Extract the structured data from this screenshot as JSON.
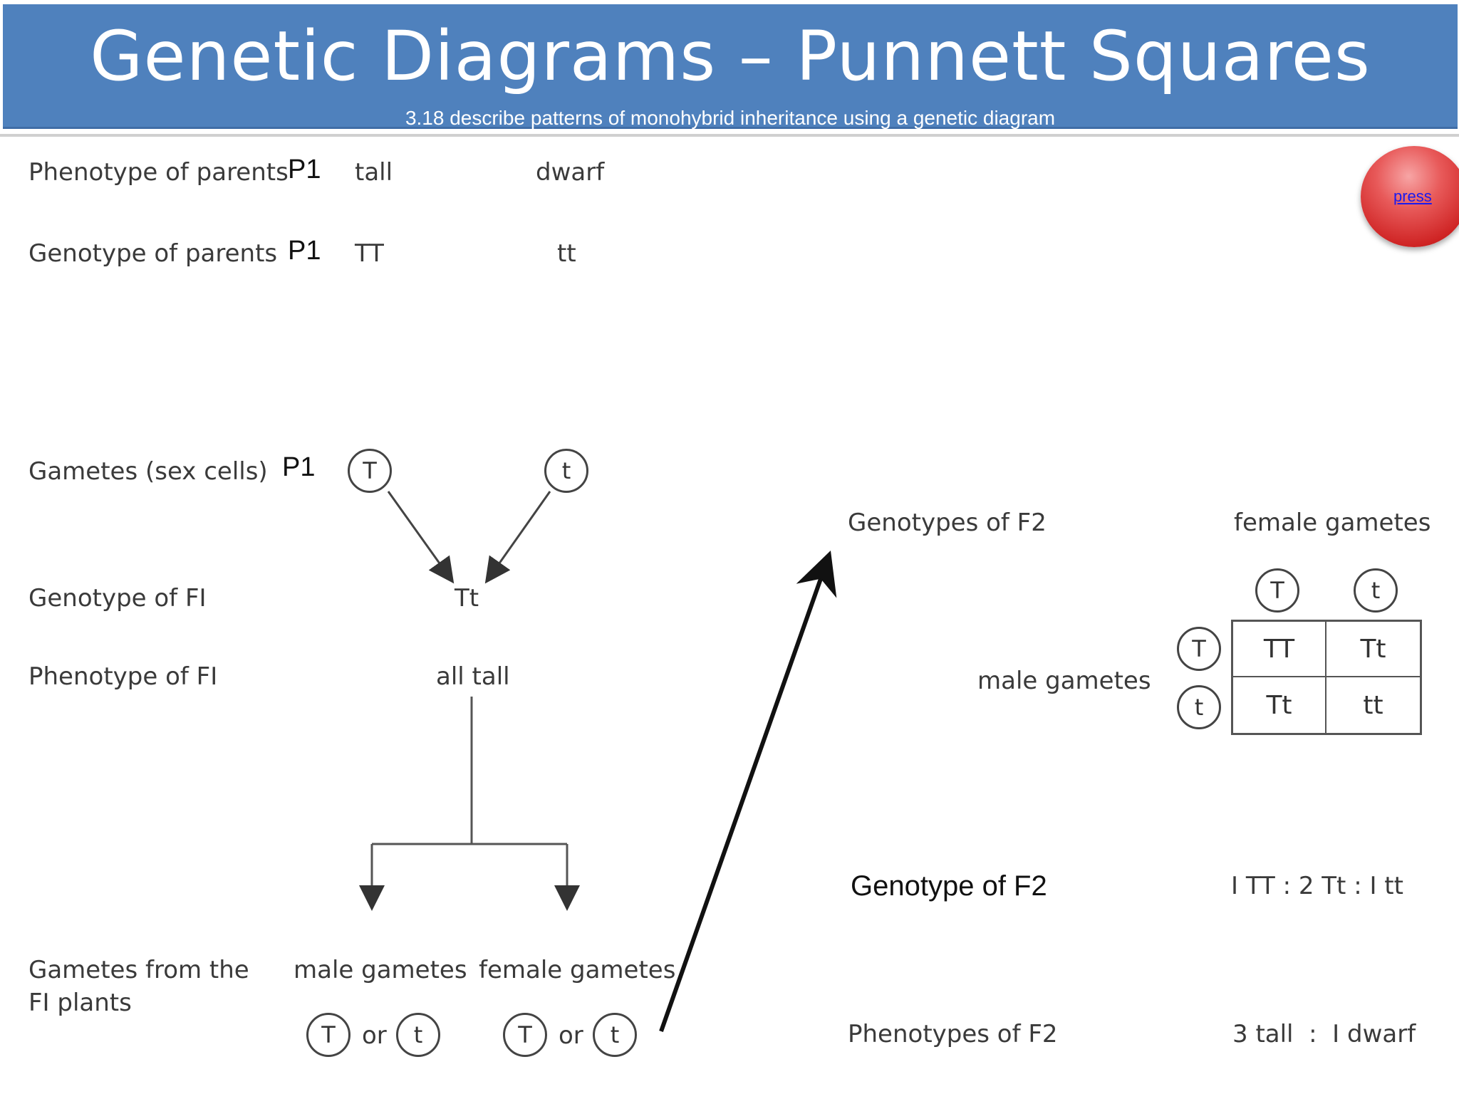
{
  "header": {
    "title": "Genetic Diagrams – Punnett Squares",
    "subtitle": "3.18 describe patterns of monohybrid inheritance using a genetic diagram"
  },
  "press_button": {
    "label": "press"
  },
  "rows": {
    "phenotype_parents": {
      "label": "Phenotype of parents",
      "gen": "P1",
      "left": "tall",
      "right": "dwarf"
    },
    "genotype_parents": {
      "label": "Genotype of parents",
      "gen": "P1",
      "left": "TT",
      "right": "tt"
    },
    "gametes": {
      "label": "Gametes (sex cells)",
      "gen": "P1",
      "left": "T",
      "right": "t"
    },
    "genotype_f1": {
      "label": "Genotype of FI",
      "value": "Tt"
    },
    "phenotype_f1": {
      "label": "Phenotype of FI",
      "value": "all tall"
    },
    "gametes_f1": {
      "label_line1": "Gametes from the",
      "label_line2": "FI plants",
      "male_label": "male gametes",
      "female_label": "female gametes",
      "allele_a": "T",
      "allele_b": "t",
      "or": "or"
    }
  },
  "f2": {
    "genotypes_label": "Genotypes of F2",
    "female_gametes_label": "female gametes",
    "male_gametes_label": "male gametes",
    "female_alleles": [
      "T",
      "t"
    ],
    "male_alleles": [
      "T",
      "t"
    ],
    "cells": [
      "TT",
      "Tt",
      "Tt",
      "tt"
    ],
    "genotype_label": "Genotype of F2",
    "genotype_ratio": "I TT : 2 Tt : I tt",
    "phenotypes_label": "Phenotypes of F2",
    "phenotype_ratio": "3 tall  :  I dwarf"
  },
  "colors": {
    "header_bg": "#4f81bd",
    "press_button": "#d9302f",
    "link": "#1a1aee"
  }
}
